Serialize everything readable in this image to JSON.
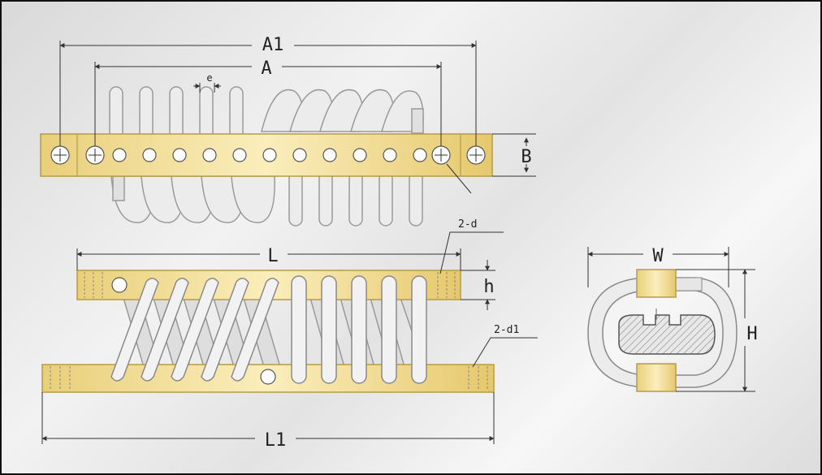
{
  "labels": {
    "A1": "A1",
    "A": "A",
    "e": "e",
    "B": "B",
    "L": "L",
    "h": "h",
    "two_d": "2-d",
    "two_d1": "2-d1",
    "L1": "L1",
    "W": "W",
    "H": "H"
  },
  "colors": {
    "plate_fill": "#f0dc9a",
    "plate_edge": "#b59c45",
    "spring_fill": "#ececec",
    "spring_edge": "#9a9a9a",
    "dim_line": "#333333"
  }
}
